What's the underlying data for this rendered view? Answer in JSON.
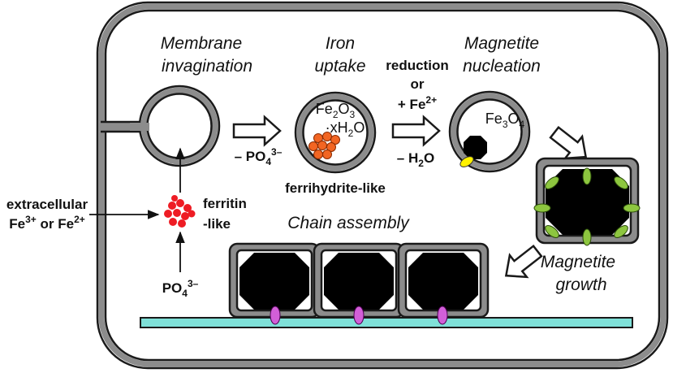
{
  "stages": {
    "membrane_line1": "Membrane",
    "membrane_line2": "invagination",
    "iron_line1": "Iron",
    "iron_line2": "uptake",
    "nucleation_line1": "Magnetite",
    "nucleation_line2": "nucleation",
    "chain": "Chain assembly",
    "growth_line1": "Magnetite",
    "growth_line2": "growth"
  },
  "reactions": {
    "reduction_line1": "reduction",
    "reduction_line2": "or",
    "reduction_line3_prefix": "+ Fe",
    "reduction_line3_sup": "2+",
    "water_prefix": "– H",
    "water_sub": "2",
    "water_suffix": "O",
    "phosphate_release_prefix": "– PO",
    "phosphate_release_sub": "4",
    "phosphate_release_sup": "3–"
  },
  "chemistry": {
    "ferrihydrite_a": "Fe",
    "ferrihydrite_a_sub": "2",
    "ferrihydrite_b": "O",
    "ferrihydrite_b_sub": "3",
    "ferrihydrite_line2_prefix": "·xH",
    "ferrihydrite_line2_sub": "2",
    "ferrihydrite_line2_suffix": "O",
    "ferrihydrite_label": "ferrihydrite-like",
    "magnetite_a": "Fe",
    "magnetite_a_sub": "3",
    "magnetite_b": "O",
    "magnetite_b_sub": "4"
  },
  "inputs": {
    "extracellular_line1": "extracellular",
    "extracellular_line2_a": "Fe",
    "extracellular_line2_a_sup": "3+",
    "extracellular_line2_b": " or Fe",
    "extracellular_line2_b_sup": "2+",
    "ferritin_line1": "ferritin",
    "ferritin_line2": "-like",
    "phosphate_prefix": "PO",
    "phosphate_sub": "4",
    "phosphate_sup": "3–"
  },
  "colors": {
    "membrane_gray": "#8c8c8c",
    "outline": "#1a1a1a",
    "ferritin_red": "#ee1c24",
    "ferrihydrite_orange": "#f26522",
    "magnetite_black": "#000000",
    "protein_yellow": "#fff200",
    "protein_green": "#8dc63f",
    "protein_purple": "#d25fd8",
    "filament_cyan": "#7fe0d8"
  }
}
